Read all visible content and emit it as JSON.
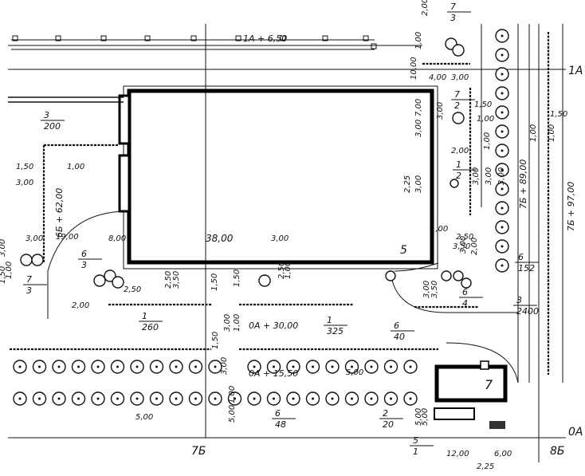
{
  "title": "",
  "axes": {
    "row_a": "0A",
    "row_1a": "1A",
    "col_7b": "7Б",
    "col_8b": "8Б"
  },
  "grid_lines": {
    "line_1a": "1A + 6,50",
    "line_0a_30": "0A + 30,00",
    "line_0a_15": "0A + 15,50",
    "line_7b_89": "7Б + 89,00",
    "line_7b_97": "7Б + 97,00",
    "line_6b_62": "6Б + 62,00"
  },
  "building": {
    "width": "38,00",
    "corner_mark": "5"
  },
  "kiosk": {
    "mark": "7"
  },
  "callouts": [
    {
      "id": "c-3-200",
      "top": "3",
      "bottom": "200"
    },
    {
      "id": "c-1-260",
      "top": "1",
      "bottom": "260"
    },
    {
      "id": "c-1-325",
      "top": "1",
      "bottom": "325"
    },
    {
      "id": "c-6-40",
      "top": "6",
      "bottom": "40"
    },
    {
      "id": "c-6-48",
      "top": "6",
      "bottom": "48"
    },
    {
      "id": "c-6-152",
      "top": "6",
      "bottom": "152"
    },
    {
      "id": "c-3-2400",
      "top": "3",
      "bottom": "2400"
    },
    {
      "id": "c-2-20",
      "top": "2",
      "bottom": "20"
    },
    {
      "id": "c-7-3-left",
      "top": "7",
      "bottom": "3"
    },
    {
      "id": "c-6-3",
      "top": "6",
      "bottom": "3"
    },
    {
      "id": "c-7-3-top",
      "top": "7",
      "bottom": "3"
    },
    {
      "id": "c-7-2",
      "top": "7",
      "bottom": "2"
    },
    {
      "id": "c-1-2",
      "top": "1",
      "bottom": "2"
    },
    {
      "id": "c-5-1",
      "top": "5",
      "bottom": "1"
    },
    {
      "id": "c-6-4",
      "top": "6",
      "bottom": "4"
    }
  ],
  "dimensions": [
    "2,00",
    "1,00",
    "10,00",
    "4,00",
    "3,00",
    "1,50",
    "1,00",
    "2,00",
    "3,00",
    "7,00",
    "3,00",
    "1,00",
    "1,00",
    "1,50",
    "1,00",
    "3,00",
    "3,00",
    "3,00",
    "1,50",
    "3,00",
    "1,00",
    "19,00",
    "3,00",
    "3,00",
    "1,50",
    "8,00",
    "2,50",
    "2,00",
    "2,50",
    "3,50",
    "3,00",
    "2,50",
    "1,00",
    "1,50",
    "1,50",
    "3,00",
    "1,00",
    "1,50",
    "3,00",
    "1,00",
    "5,00",
    "2,25",
    "3,00",
    "1,00",
    "2,50",
    "3,50",
    "2,00",
    "3,00",
    "3,50",
    "3,00",
    "5,00",
    "5,00",
    "5,00",
    "5,00",
    "12,00",
    "6,00",
    "2,25",
    "1,00"
  ]
}
